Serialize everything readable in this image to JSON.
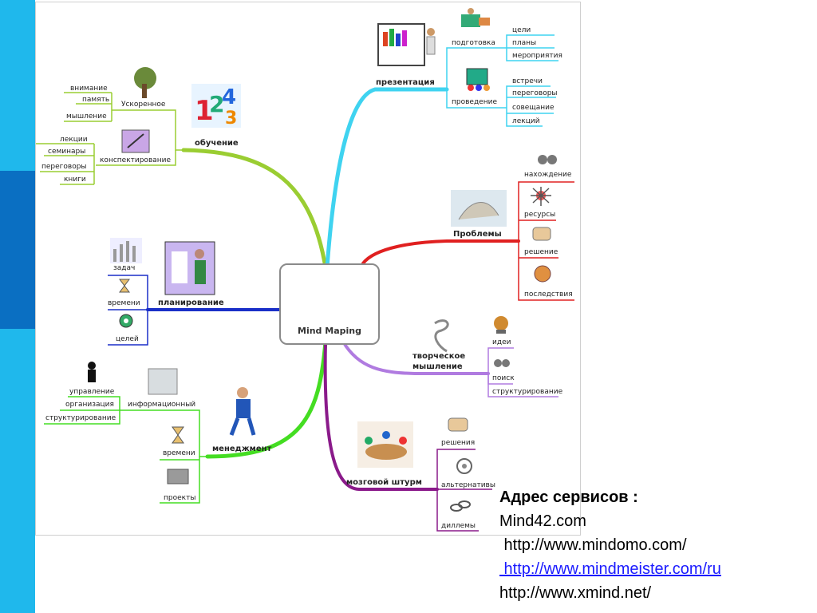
{
  "center": {
    "title": "Mind Maping"
  },
  "branches": {
    "obuchenie": {
      "title": "обучение",
      "group1": "Ускоренное",
      "items1": [
        "внимание",
        "память",
        "мышление"
      ],
      "group2": "конспектирование",
      "items2": [
        "лекции",
        "семинары",
        "переговоры",
        "книги"
      ]
    },
    "prezentaciya": {
      "title": "презентация",
      "group1": "подготовка",
      "items1": [
        "цели",
        "планы",
        "мероприятия"
      ],
      "group2": "проведение",
      "items2": [
        "встречи",
        "переговоры",
        "совещание",
        "лекций"
      ]
    },
    "problemy": {
      "title": "Проблемы",
      "items": [
        "нахождение",
        "ресурсы",
        "решение",
        "последствия"
      ]
    },
    "planirovanie": {
      "title": "планирование",
      "items": [
        "задач",
        "времени",
        "целей"
      ]
    },
    "tvorcheskoe": {
      "title_line1": "творческое",
      "title_line2": "мышление",
      "items": [
        "идеи",
        "поиск",
        "структурирование"
      ]
    },
    "menedzhment": {
      "title": "менеджмент",
      "group1": "информационный",
      "items1": [
        "управление",
        "организация",
        "структурирование"
      ],
      "items2": [
        "времени",
        "проекты"
      ]
    },
    "shturm": {
      "title": "мозговой штурм",
      "items": [
        "решения",
        "альтернативы",
        "диллемы"
      ]
    }
  },
  "services": {
    "heading": "Адрес сервисов :",
    "lines": [
      "Mind42.com",
      " http://www.mindomo.com/",
      " http://www.mindmeister.com/ru",
      "http://www.xmind.net/"
    ]
  },
  "colors": {
    "obuchenie": "#9acd32",
    "prezentaciya": "#3fd3f0",
    "problemy": "#e02020",
    "planirovanie": "#1a2fc8",
    "tvorcheskoe": "#b07be0",
    "menedzhment": "#44dd22",
    "shturm": "#8a1a8a"
  }
}
